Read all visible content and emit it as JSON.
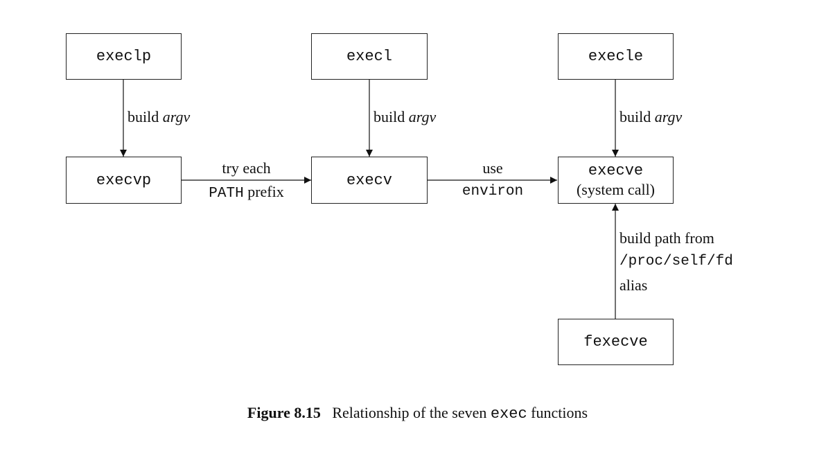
{
  "boxes": {
    "execlp": "execlp",
    "execl": "execl",
    "execle": "execle",
    "execvp": "execvp",
    "execv": "execv",
    "execve": "execve",
    "execve_note": "(system call)",
    "fexecve": "fexecve"
  },
  "labels": {
    "build_argv_prefix": "build ",
    "build_argv_emph": "argv",
    "try_each": "try each",
    "path_mono": "PATH",
    "path_prefix_suffix": " prefix",
    "use": "use",
    "environ": "environ",
    "build_path_from": "build path from",
    "proc_self_fd": "/proc/self/fd",
    "alias": "alias"
  },
  "caption": {
    "figure_number": "Figure 8.15",
    "text_before": "Relationship of the seven ",
    "text_mono": "exec",
    "text_after": " functions"
  }
}
